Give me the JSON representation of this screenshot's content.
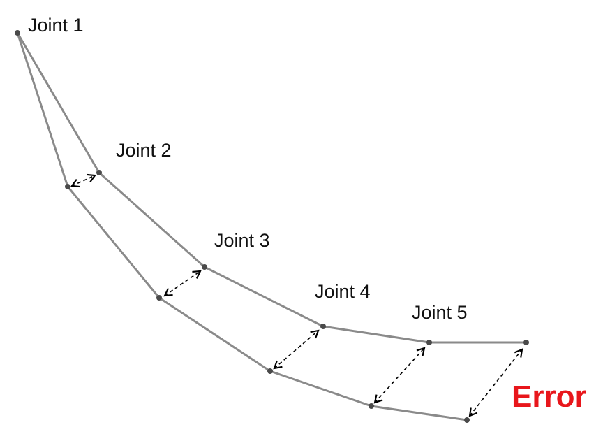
{
  "labels": {
    "joint1": "Joint 1",
    "joint2": "Joint 2",
    "joint3": "Joint 3",
    "joint4": "Joint 4",
    "joint5": "Joint 5",
    "error": "Error"
  },
  "colors": {
    "error": "#e8161b",
    "link": "#8a8a8a",
    "joint": "#4a4a4a",
    "arrow": "#000000"
  }
}
